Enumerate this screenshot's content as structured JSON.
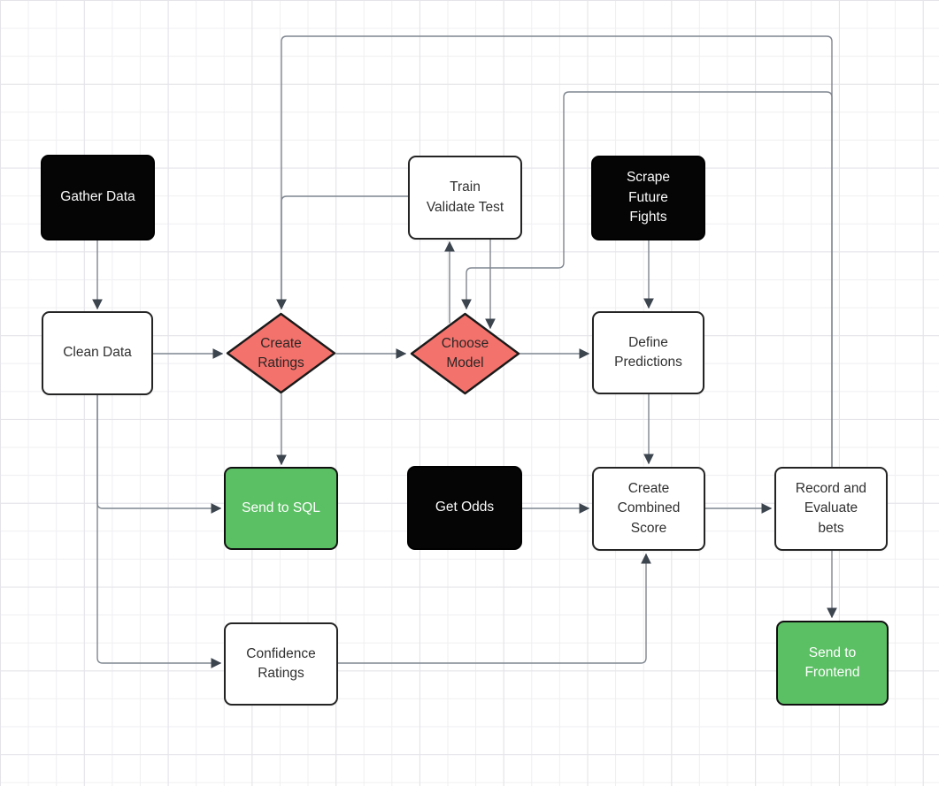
{
  "diagram": {
    "type": "flowchart",
    "nodes": {
      "gather_data": {
        "label": "Gather Data",
        "shape": "rect",
        "style": "black"
      },
      "clean_data": {
        "label": "Clean Data",
        "shape": "rect",
        "style": "white"
      },
      "create_ratings": {
        "label": "Create\nRatings",
        "shape": "diamond",
        "style": "red"
      },
      "train_validate_test": {
        "label": "Train\nValidate Test",
        "shape": "rect",
        "style": "white"
      },
      "choose_model": {
        "label": "Choose\nModel",
        "shape": "diamond",
        "style": "red"
      },
      "scrape_future_fights": {
        "label": "Scrape\nFuture\nFights",
        "shape": "rect",
        "style": "black"
      },
      "define_predictions": {
        "label": "Define\nPredictions",
        "shape": "rect",
        "style": "white"
      },
      "send_to_sql": {
        "label": "Send to SQL",
        "shape": "rect",
        "style": "green"
      },
      "get_odds": {
        "label": "Get Odds",
        "shape": "rect",
        "style": "black"
      },
      "create_combined_score": {
        "label": "Create\nCombined\nScore",
        "shape": "rect",
        "style": "white"
      },
      "record_and_evaluate_bets": {
        "label": "Record and\nEvaluate\nbets",
        "shape": "rect",
        "style": "white"
      },
      "confidence_ratings": {
        "label": "Confidence\nRatings",
        "shape": "rect",
        "style": "white"
      },
      "send_to_frontend": {
        "label": "Send to\nFrontend",
        "shape": "rect",
        "style": "green"
      }
    },
    "edges": [
      {
        "from": "gather_data",
        "to": "clean_data"
      },
      {
        "from": "clean_data",
        "to": "create_ratings"
      },
      {
        "from": "clean_data",
        "to": "send_to_sql"
      },
      {
        "from": "clean_data",
        "to": "confidence_ratings"
      },
      {
        "from": "create_ratings",
        "to": "choose_model"
      },
      {
        "from": "create_ratings",
        "to": "send_to_sql"
      },
      {
        "from": "choose_model",
        "to": "train_validate_test"
      },
      {
        "from": "train_validate_test",
        "to": "choose_model"
      },
      {
        "from": "train_validate_test",
        "to": "create_ratings"
      },
      {
        "from": "record_and_evaluate_bets",
        "to": "create_ratings"
      },
      {
        "from": "record_and_evaluate_bets",
        "to": "choose_model"
      },
      {
        "from": "choose_model",
        "to": "define_predictions"
      },
      {
        "from": "scrape_future_fights",
        "to": "define_predictions"
      },
      {
        "from": "get_odds",
        "to": "create_combined_score"
      },
      {
        "from": "define_predictions",
        "to": "create_combined_score"
      },
      {
        "from": "confidence_ratings",
        "to": "create_combined_score"
      },
      {
        "from": "create_combined_score",
        "to": "record_and_evaluate_bets"
      },
      {
        "from": "record_and_evaluate_bets",
        "to": "send_to_frontend"
      }
    ],
    "colors": {
      "diamond_fill": "#f4726c",
      "diamond_stroke": "#1a1a1a",
      "green_fill": "#5bbf64",
      "black_fill": "#050505",
      "wire": "#7f868f",
      "arrowhead": "#3c444e",
      "grid_minor": "#efeff2",
      "grid_major": "#e4e4e9"
    }
  }
}
